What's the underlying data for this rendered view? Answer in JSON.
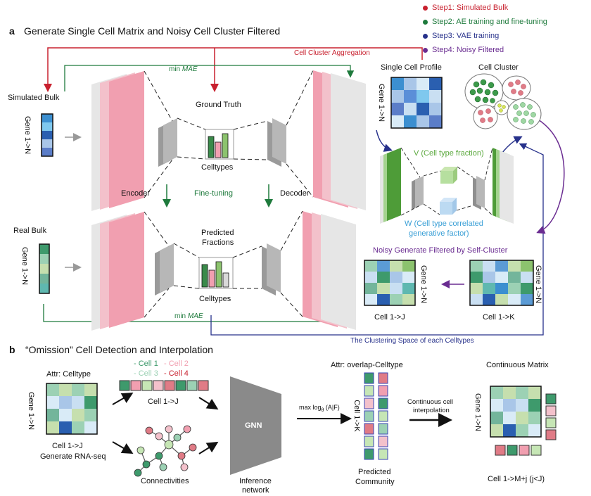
{
  "section_a": {
    "letter": "a",
    "title": "Generate Single Cell Matrix and Noisy Cell Cluster Filtered",
    "cell_cluster_aggregation": "Cell Cluster Aggregation",
    "min_mae_top_prefix": "min ",
    "min_mae_top_em": "MAE",
    "min_mae_bottom_prefix": "min ",
    "min_mae_bottom_em": "MAE",
    "simulated_bulk": "Simulated Bulk",
    "real_bulk": "Real Bulk",
    "gene_label": "Gene 1->N",
    "ground_truth": "Ground Truth",
    "celltypes_top": "Celltypes",
    "celltypes_bottom": "Celltypes",
    "predicted_fractions_1": "Predicted",
    "predicted_fractions_2": "Fractions",
    "encoder": "Encoder",
    "decoder": "Decoder",
    "fine_tuning": "Fine-tuning",
    "single_cell_profile": "Single Cell Profile",
    "cell_cluster": "Cell Cluster",
    "v_label": "V (Cell type fraction)",
    "w_label_1": "W (Cell type correlated",
    "w_label_2": "generative factor)",
    "noisy_title": "Noisy Generate Filtered by Self-Cluster",
    "cell_j": "Cell 1->J",
    "cell_k": "Cell 1->K",
    "clustering_space": "The Clustering Space of each Celltypes"
  },
  "legend": [
    {
      "label": "Step1: Simulated Bulk",
      "color": "#c8202e"
    },
    {
      "label": "Step2: AE training and fine-tuning",
      "color": "#1e7a3c"
    },
    {
      "label": "Step3: VAE training",
      "color": "#27318b"
    },
    {
      "label": "Step4: Noisy Filtered",
      "color": "#6a2c91"
    }
  ],
  "section_b": {
    "letter": "b",
    "title": "“Omission” Cell Detection and Interpolation",
    "attr_celltype": "Attr: Celltype",
    "gene_label": "Gene 1->N",
    "cell_j": "Cell 1->J",
    "generate_rna": "Generate RNA-seq",
    "cell1": "- Cell 1",
    "cell2": "- Cell 2",
    "cell3": "- Cell 3",
    "cell4": "- Cell 4",
    "cell_j_mid": "Cell 1->J",
    "connectivities": "Connectivities",
    "gnn": "GNN",
    "inference_1": "Inference",
    "inference_2": "network",
    "max_log": "max log",
    "max_log_sub": "θ",
    "max_log_tail": " (A|F)",
    "attr_overlap": "Attr: overlap-Celltype",
    "cell_k": "Cell 1->K",
    "predicted_1": "Predicted",
    "predicted_2": "Community",
    "continuous_1": "Continuous cell",
    "continuous_2": "interpolation",
    "continuous_matrix": "Continuous Matrix",
    "gene_right": "Gene 1->N",
    "cell_final": "Cell 1->M+j (j<J)"
  },
  "colors": {
    "red": "#c8202e",
    "green": "#1e7a3c",
    "blue": "#27318b",
    "purple": "#6a2c91",
    "pink": "#f4a7b5",
    "gray": "#b5b5b5",
    "v_green": "#5aa83c",
    "w_blue": "#3a9fd6"
  }
}
